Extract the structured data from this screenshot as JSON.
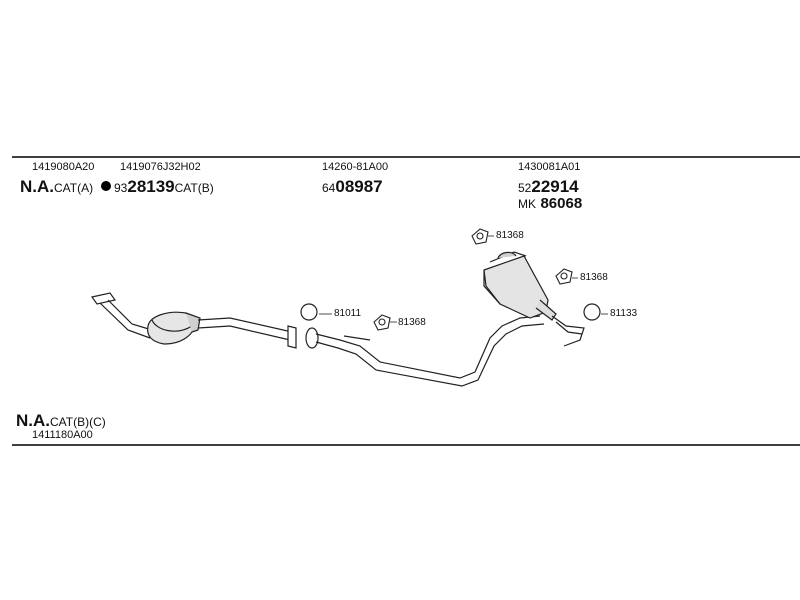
{
  "header": {
    "col1": {
      "part": "1419080A20",
      "na": "N.A.",
      "cat": "CAT(A)"
    },
    "col2": {
      "part": "1419076J32H02",
      "prefix": "93",
      "num": "28139",
      "cat": "CAT(B)"
    },
    "col3": {
      "part": "14260-81A00",
      "prefix": "64",
      "num": "08987"
    },
    "col4": {
      "part": "1430081A01",
      "prefix": "52",
      "num": "22914",
      "mk_prefix": "MK",
      "mk_num": "86068"
    }
  },
  "labels": {
    "clamp_a": "81368",
    "clamp_b": "81368",
    "clamp_c": "81368",
    "gasket_a": "81011",
    "gasket_b": "81133"
  },
  "footer": {
    "na": "N.A.",
    "cat": "CAT(B)(C)",
    "part": "1411180A00"
  }
}
